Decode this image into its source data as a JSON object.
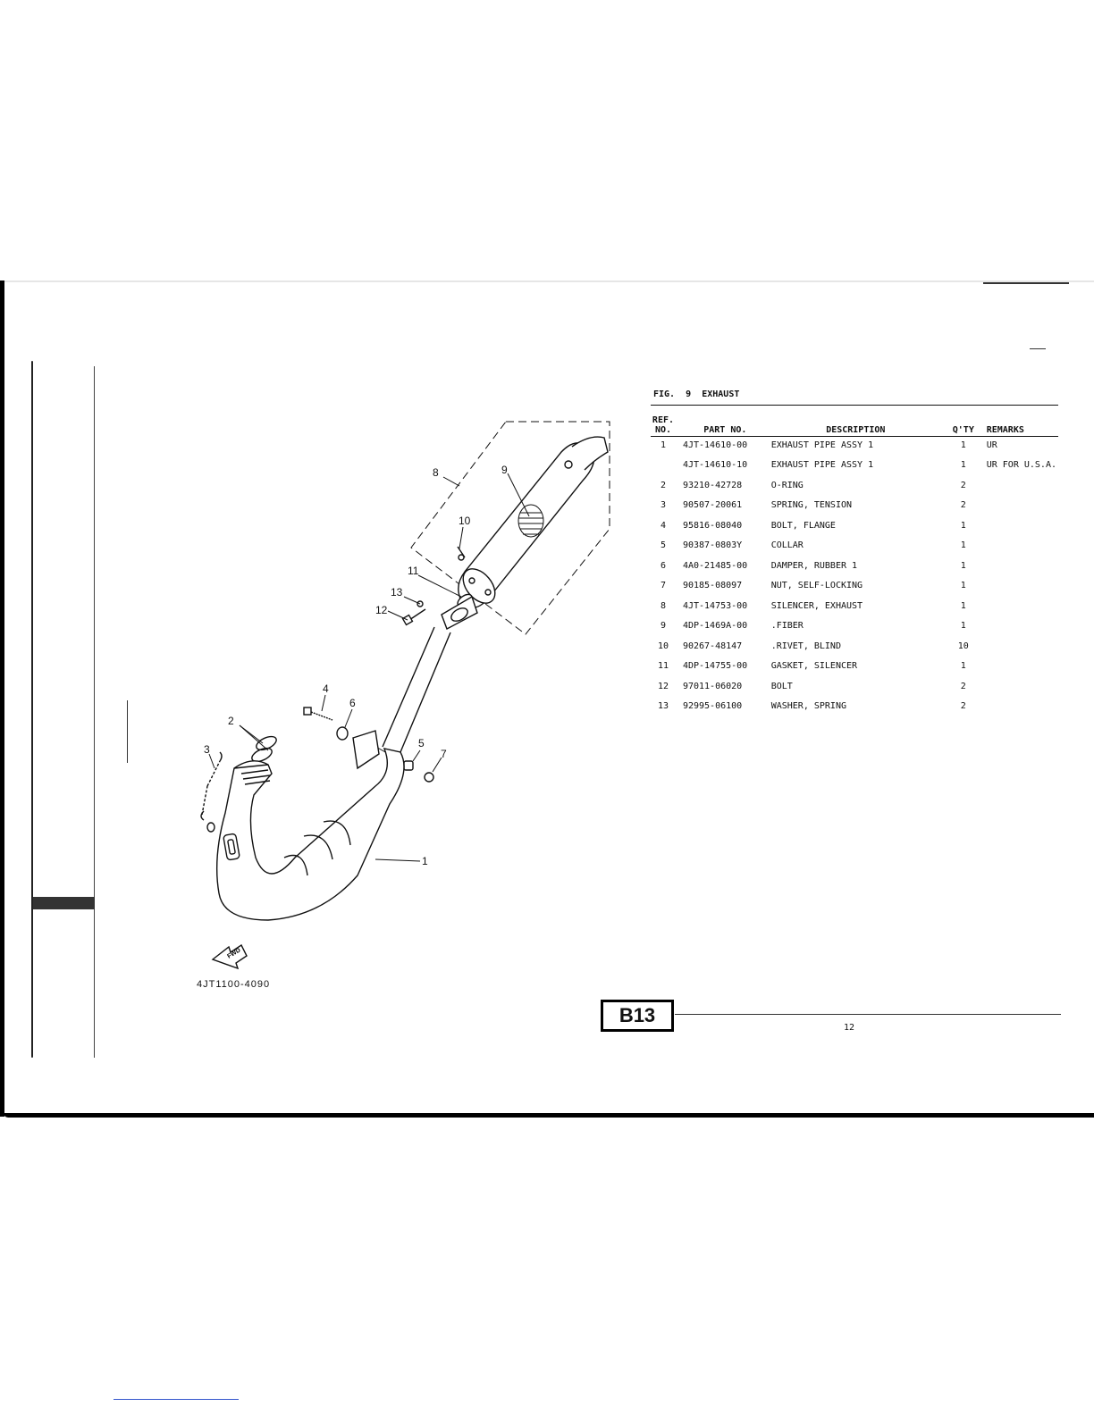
{
  "figure": {
    "label": "FIG.",
    "number": "9",
    "name": "EXHAUST"
  },
  "table": {
    "headers": {
      "ref_line1": "REF.",
      "ref_line2": "NO.",
      "part_no": "PART NO.",
      "description": "DESCRIPTION",
      "qty": "Q'TY",
      "remarks": "REMARKS"
    },
    "rows": [
      {
        "ref": "1",
        "part_no": "4JT-14610-00",
        "description": "EXHAUST PIPE ASSY 1",
        "qty": "1",
        "remarks": "UR"
      },
      {
        "ref": "",
        "part_no": "4JT-14610-10",
        "description": "EXHAUST PIPE ASSY 1",
        "qty": "1",
        "remarks": "UR FOR U.S.A."
      },
      {
        "ref": "2",
        "part_no": "93210-42728",
        "description": "O-RING",
        "qty": "2",
        "remarks": ""
      },
      {
        "ref": "3",
        "part_no": "90507-20061",
        "description": "SPRING, TENSION",
        "qty": "2",
        "remarks": ""
      },
      {
        "ref": "4",
        "part_no": "95816-08040",
        "description": "BOLT, FLANGE",
        "qty": "1",
        "remarks": ""
      },
      {
        "ref": "5",
        "part_no": "90387-0803Y",
        "description": "COLLAR",
        "qty": "1",
        "remarks": ""
      },
      {
        "ref": "6",
        "part_no": "4A0-21485-00",
        "description": "DAMPER, RUBBER 1",
        "qty": "1",
        "remarks": ""
      },
      {
        "ref": "7",
        "part_no": "90185-08097",
        "description": "NUT, SELF-LOCKING",
        "qty": "1",
        "remarks": ""
      },
      {
        "ref": "8",
        "part_no": "4JT-14753-00",
        "description": "SILENCER, EXHAUST",
        "qty": "1",
        "remarks": ""
      },
      {
        "ref": "9",
        "part_no": "4DP-1469A-00",
        "description": ".FIBER",
        "qty": "1",
        "remarks": ""
      },
      {
        "ref": "10",
        "part_no": "90267-48147",
        "description": ".RIVET, BLIND",
        "qty": "10",
        "remarks": ""
      },
      {
        "ref": "11",
        "part_no": "4DP-14755-00",
        "description": "GASKET, SILENCER",
        "qty": "1",
        "remarks": ""
      },
      {
        "ref": "12",
        "part_no": "97011-06020",
        "description": "BOLT",
        "qty": "2",
        "remarks": ""
      },
      {
        "ref": "13",
        "part_no": "92995-06100",
        "description": "WASHER, SPRING",
        "qty": "2",
        "remarks": ""
      }
    ]
  },
  "diagram": {
    "code": "4JT1100-4090",
    "fwd_label": "FWD",
    "callouts": [
      "1",
      "2",
      "3",
      "4",
      "5",
      "6",
      "7",
      "8",
      "9",
      "10",
      "11",
      "12",
      "13"
    ]
  },
  "footer": {
    "section_badge": "B13",
    "page_number": "12"
  }
}
